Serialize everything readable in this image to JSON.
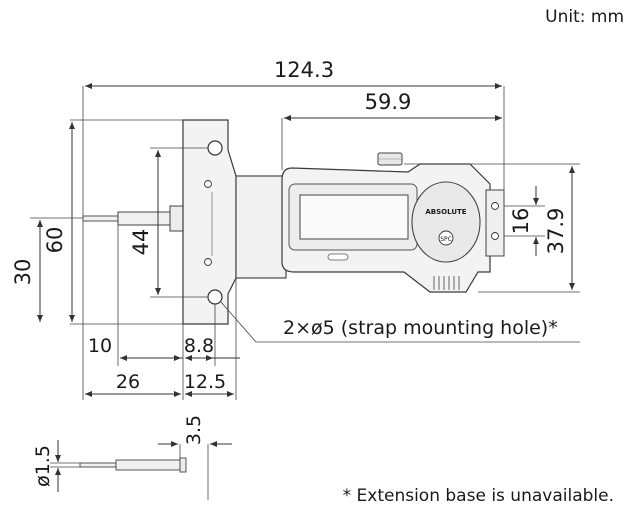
{
  "unit_label": "Unit: mm",
  "dimensions": {
    "overall_length": "124.3",
    "body_length": "59.9",
    "height_60": "60",
    "height_30": "30",
    "height_44": "44",
    "right_16": "16",
    "right_37_9": "37.9",
    "bottom_10": "10",
    "bottom_8_8": "8.8",
    "bottom_26": "26",
    "bottom_12_5": "12.5",
    "rod_3_5": "3.5",
    "rod_diameter": "ø1.5"
  },
  "callout": "2×ø5 (strap mounting hole)*",
  "footnote": "* Extension base is unavailable.",
  "device": {
    "brand_text": "ABSOLUTE",
    "logo_text": "SPC"
  }
}
